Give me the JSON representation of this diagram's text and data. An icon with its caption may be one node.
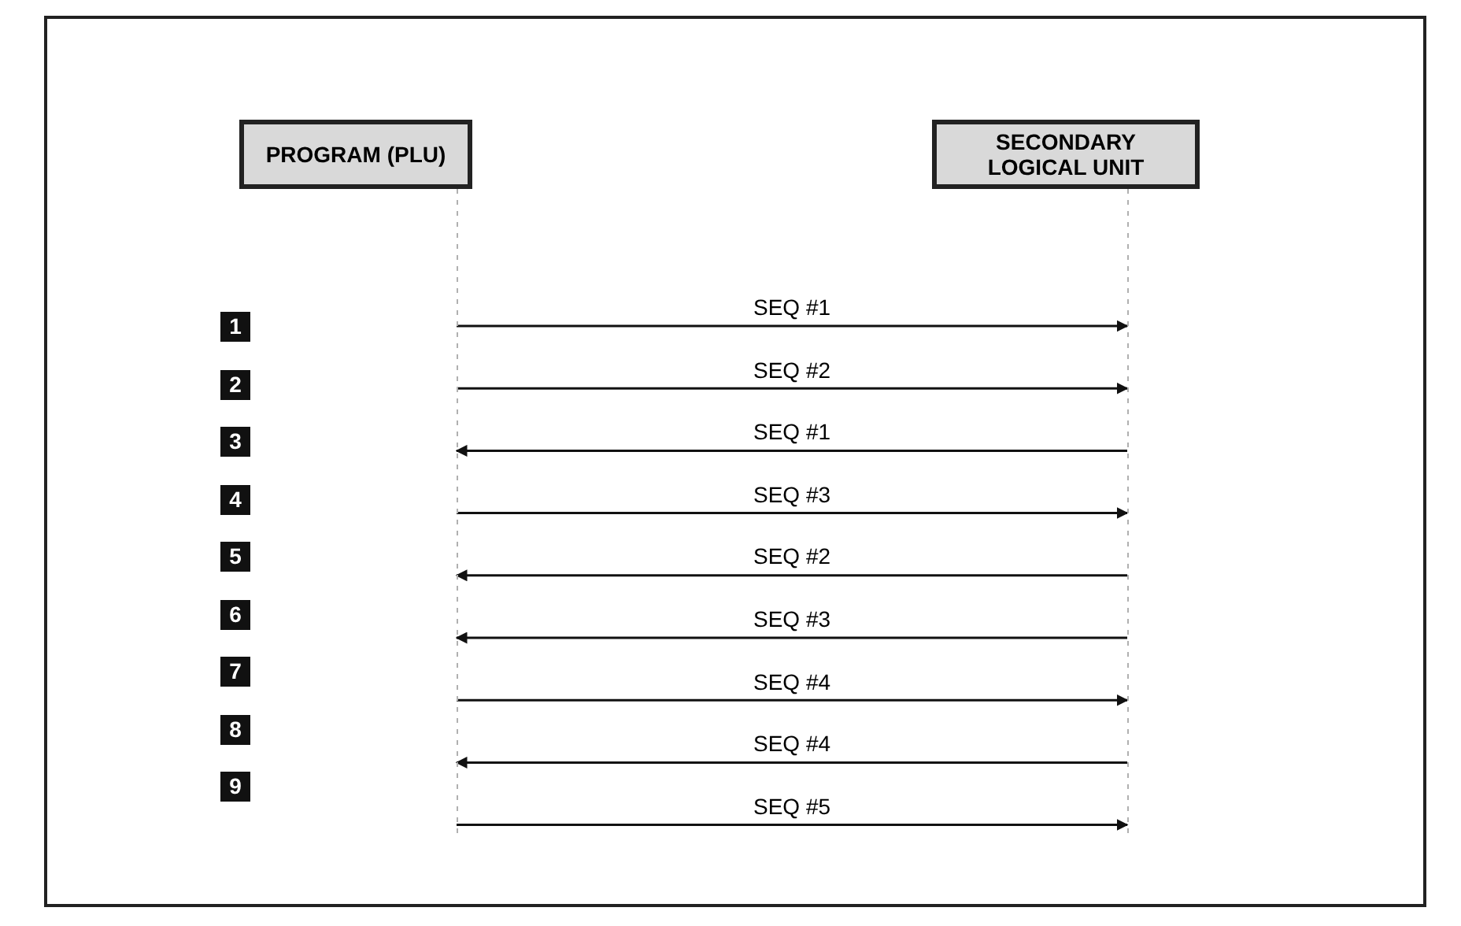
{
  "diagram": {
    "nodes": [
      {
        "text": [
          "PROGRAM (PLU)"
        ]
      },
      {
        "text": [
          "SECONDARY LOGICAL UNIT"
        ]
      }
    ],
    "edges": [
      {
        "from": 0,
        "to": 1,
        "arrow": "to",
        "label": "SEQ #1"
      },
      {
        "from": 0,
        "to": 1,
        "arrow": "to",
        "label": "SEQ #2"
      },
      {
        "from": 1,
        "to": 0,
        "arrow": "to",
        "label": "SEQ #1"
      },
      {
        "from": 0,
        "to": 1,
        "arrow": "to",
        "label": "SEQ #3"
      },
      {
        "from": 1,
        "to": 0,
        "arrow": "to",
        "label": "SEQ #2"
      },
      {
        "from": 1,
        "to": 0,
        "arrow": "to",
        "label": "SEQ #3"
      },
      {
        "from": 0,
        "to": 1,
        "arrow": "to",
        "label": "SEQ #4"
      },
      {
        "from": 1,
        "to": 0,
        "arrow": "to",
        "label": "SEQ #4"
      },
      {
        "from": 0,
        "to": 1,
        "arrow": "to",
        "label": "SEQ #5"
      }
    ],
    "labels": [
      "1",
      "2",
      "3",
      "4",
      "5",
      "6",
      "7",
      "8",
      "9"
    ]
  }
}
